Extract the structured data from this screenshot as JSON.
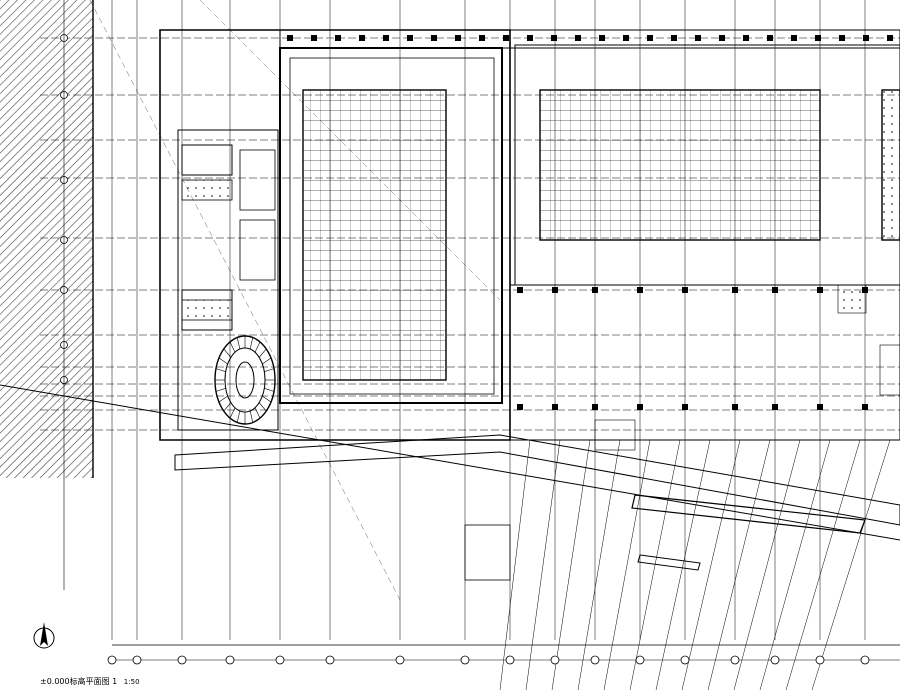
{
  "drawing": {
    "title": "±0.000标高平面图",
    "title_code": "1",
    "scale": "1:50"
  },
  "icons": {
    "north_arrow": "north-arrow-icon",
    "axis_bubble": "grid-axis-bubble"
  },
  "colors": {
    "background": "#ffffff",
    "line": "#000000",
    "hatch": "#444444"
  }
}
